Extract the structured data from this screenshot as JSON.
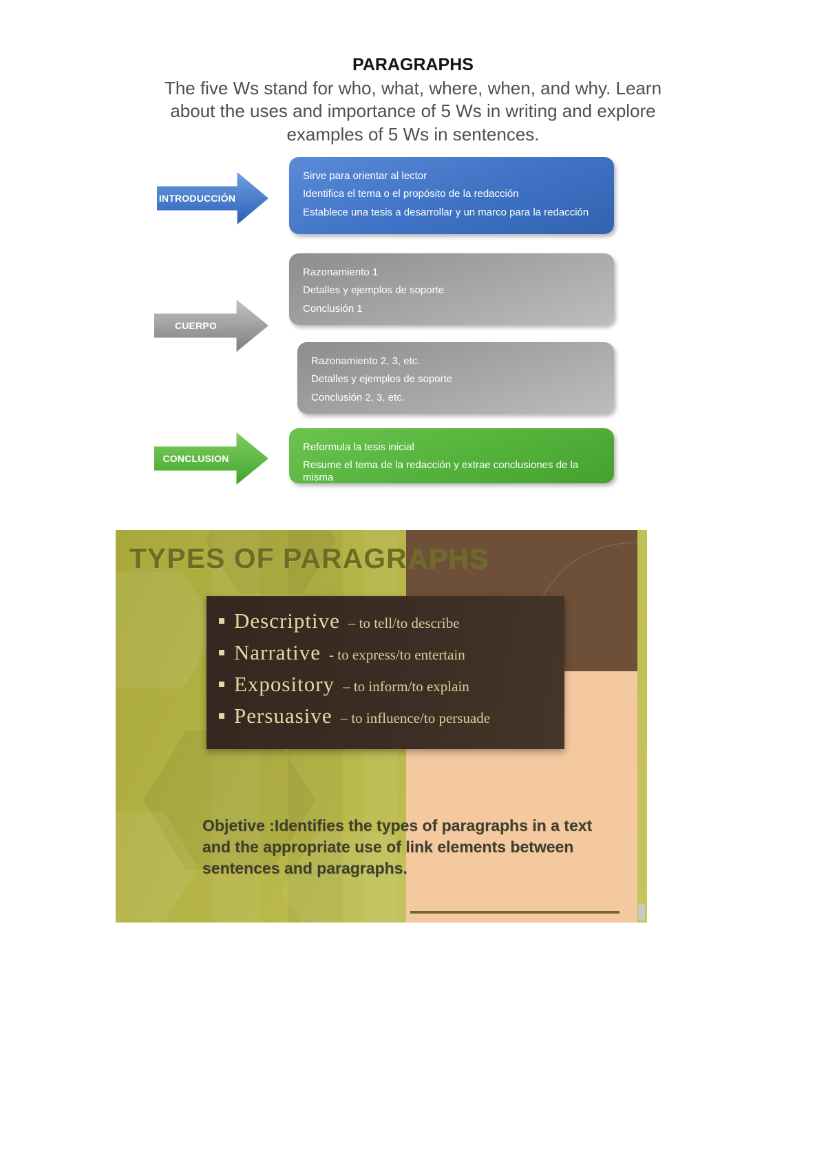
{
  "document": {
    "title": "PARAGRAPHS",
    "subtitle": "The five Ws stand for who, what, where, when, and why. Learn about the uses and importance of 5 Ws in writing and explore examples of 5 Ws in sentences."
  },
  "diagram": {
    "introduccion": {
      "arrow_label": "INTRODUCCIÓN",
      "lines": [
        "Sirve para orientar al lector",
        "Identifica el tema o el propósito de la redacción",
        "Establece una tesis a desarrollar y un marco para la redacción"
      ]
    },
    "cuerpo": {
      "arrow_label": "CUERPO",
      "box1_lines": [
        "Razonamiento 1",
        "Detalles y ejemplos de soporte",
        "Conclusión 1"
      ],
      "box2_lines": [
        "Razonamiento 2, 3, etc.",
        "Detalles y ejemplos de soporte",
        "Conclusión 2, 3, etc."
      ]
    },
    "conclusion": {
      "arrow_label": "CONCLUSION",
      "lines": [
        "Reformula la tesis inicial",
        "Resume el tema de la redacción y extrae conclusiones de la misma"
      ]
    }
  },
  "slide": {
    "title": "TYPES OF PARAGRAPHS",
    "bullets": [
      {
        "term": "Descriptive",
        "definition": "– to tell/to describe"
      },
      {
        "term": "Narrative",
        "definition": "- to express/to entertain"
      },
      {
        "term": "Expository",
        "definition": "– to inform/to explain"
      },
      {
        "term": "Persuasive",
        "definition": "– to influence/to persuade"
      }
    ],
    "objective": "Objetive :Identifies the types of paragraphs in a text and the appropriate use of link elements between sentences and paragraphs."
  },
  "colors": {
    "intro-blue": "#3f72c4",
    "intro-blue-light": "#6fa0df",
    "body-gray": "#939393",
    "conclusion-green": "#54b23b",
    "slide-olive": "#bcbb4d",
    "slide-olive-dark": "#a9a83b",
    "slide-title-olive": "#6d6c25",
    "panel-brown": "#6e4f38",
    "panel-peach": "#f4c9a0",
    "dark-box-brown": "#3c2e24",
    "bullet-cream": "#ead79f",
    "objective-dark": "#3f3f2d"
  }
}
